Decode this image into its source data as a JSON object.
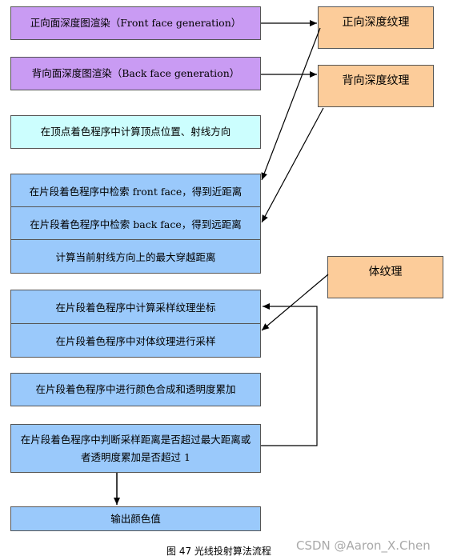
{
  "steps": {
    "front_render": "正向面深度图渲染（Front face generation）",
    "back_render": "背向面深度图渲染（Back face generation）",
    "vertex_shader": "在顶点着色程序中计算顶点位置、射线方向",
    "search_front": "在片段着色程序中检索 front face，得到近距离",
    "search_back": "在片段着色程序中检索 back face，得到远距离",
    "max_distance": "计算当前射线方向上的最大穿越距离",
    "tex_coords": "在片段着色程序中计算采样纹理坐标",
    "sample_volume": "在片段着色程序中对体纹理进行采样",
    "compose": "在片段着色程序中进行颜色合成和透明度累加",
    "judge": "在片段着色程序中判断采样距离是否超过最大距离或者透明度累加是否超过 1",
    "output": "输出颜色值"
  },
  "textures": {
    "front_depth": "正向深度纹理",
    "back_depth": "背向深度纹理",
    "volume": "体纹理"
  },
  "caption": "图 47 光线投射算法流程",
  "watermark": "CSDN @Aaron_X.Chen",
  "colors": {
    "purple": "#c99bf3",
    "cyan": "#ccfefe",
    "blue": "#9ac9fb",
    "orange": "#fccc9a"
  }
}
